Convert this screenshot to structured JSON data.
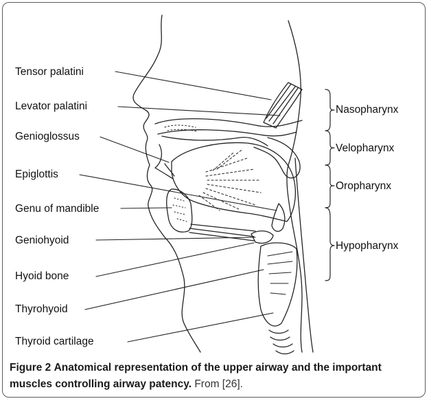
{
  "left_labels": {
    "tensor_palatini": "Tensor palatini",
    "levator_palatini": "Levator palatini",
    "genioglossus": "Genioglossus",
    "epiglottis": "Epiglottis",
    "genu_of_mandible": "Genu of mandible",
    "geniohyoid": "Geniohyoid",
    "hyoid_bone": "Hyoid bone",
    "thyrohyoid": "Thyrohyoid",
    "thyroid_cartilage": "Thyroid cartilage"
  },
  "right_labels": {
    "nasopharynx": "Nasopharynx",
    "velopharynx": "Velopharynx",
    "oropharynx": "Oropharynx",
    "hypopharynx": "Hypopharynx"
  },
  "caption": {
    "figure_number": "Figure 2",
    "bold_text": "Anatomical representation of the upper airway and the important muscles controlling airway patency.",
    "source": "From [26]."
  }
}
